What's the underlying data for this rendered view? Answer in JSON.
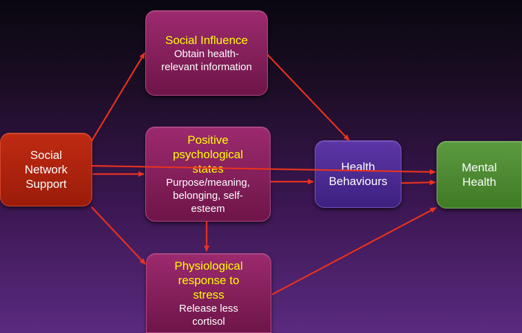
{
  "nodes": {
    "social_network": {
      "lines": [
        "Social",
        "Network",
        "Support"
      ]
    },
    "social_influence": {
      "title": "Social Influence",
      "sub_lines": [
        "Obtain health-",
        "relevant information"
      ]
    },
    "positive": {
      "title_lines": [
        "Positive",
        "psychological",
        "states"
      ],
      "sub_lines": [
        "Purpose/meaning,",
        "belonging, self-",
        "esteem"
      ]
    },
    "physio": {
      "title_lines": [
        "Physiological",
        "response to",
        "stress"
      ],
      "sub_lines": [
        "Release less",
        "cortisol"
      ]
    },
    "health_behaviours": {
      "lines": [
        "Health",
        "Behaviours"
      ]
    },
    "mental_health": {
      "lines": [
        "Mental",
        "Health"
      ]
    }
  },
  "colors": {
    "arrow": "#e8321e",
    "title_text": "#ffff00",
    "body_text": "#ffffff"
  }
}
